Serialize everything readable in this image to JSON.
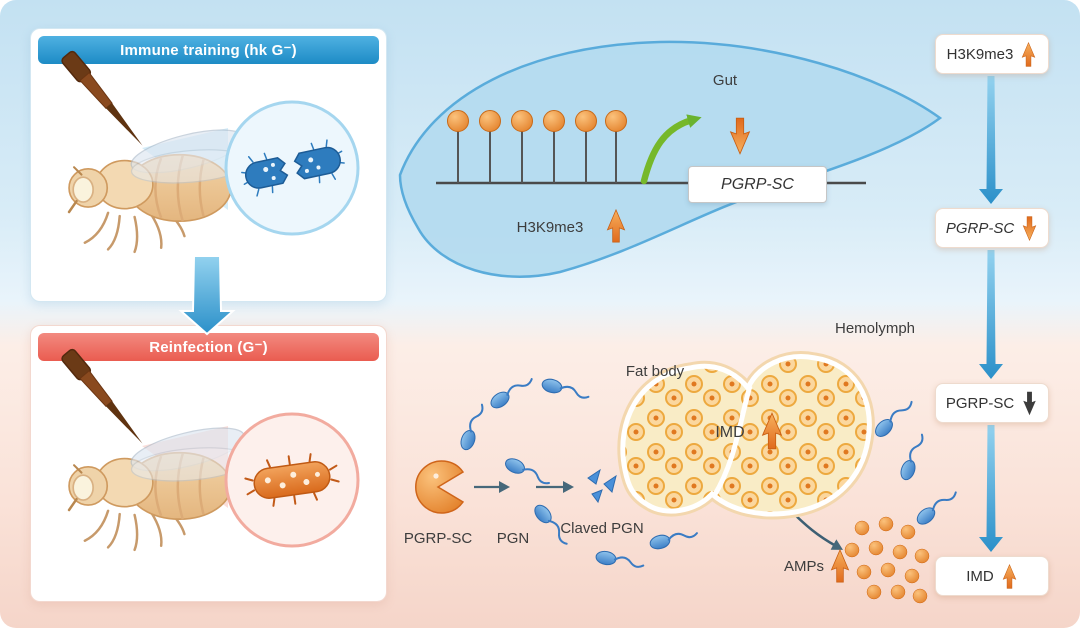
{
  "colors": {
    "accent_blue": "#2e9ad3",
    "accent_orange": "#e2701d",
    "accent_red": "#ea5c50",
    "accent_green": "#6ab32f"
  },
  "panels": {
    "training": {
      "title": "Immune training (hk G⁻)"
    },
    "reinfection": {
      "title": "Reinfection (G⁻)"
    }
  },
  "gut": {
    "organ_label": "Gut",
    "histone_label": "H3K9me3",
    "gene_box_label": "PGRP-SC"
  },
  "pathway": {
    "boxes": [
      {
        "label": "H3K9me3",
        "direction": "up"
      },
      {
        "label": "PGRP-SC",
        "direction": "down"
      },
      {
        "label": "PGRP-SC",
        "direction": "down"
      },
      {
        "label": "IMD",
        "direction": "up"
      }
    ]
  },
  "hemolymph": {
    "label": "Hemolymph",
    "fat_body_label": "Fat body",
    "imd_label": "IMD",
    "pgrp_sc_label": "PGRP-SC",
    "pgn_label": "PGN",
    "cleaved_pgn_label": "Claved PGN",
    "amps_label": "AMPs"
  }
}
